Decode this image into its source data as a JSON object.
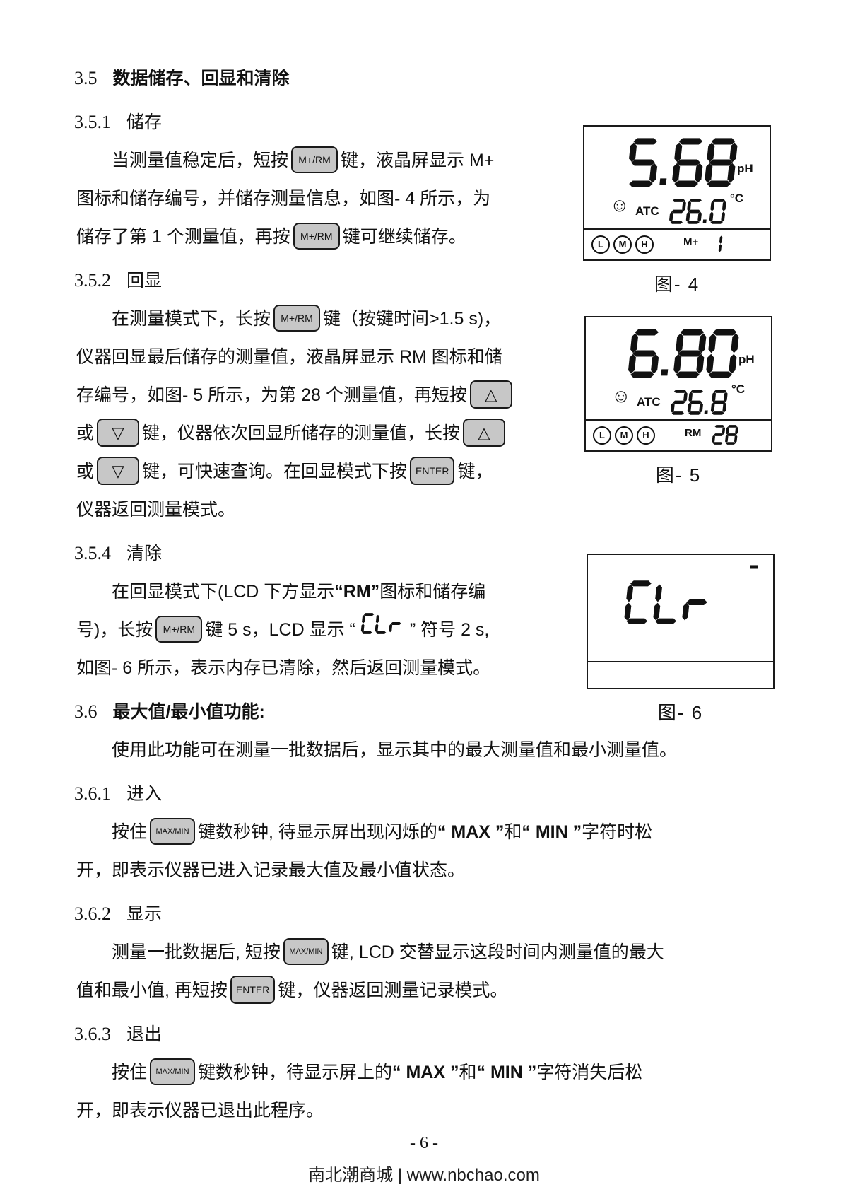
{
  "document": {
    "footer_page": "- 6 -",
    "footer_site": "南北潮商城 | www.nbchao.com"
  },
  "keys": {
    "mrm": "M+/RM",
    "up": "△",
    "down": "▽",
    "enter": "ENTER",
    "maxmin": "MAX/MIN"
  },
  "content": [
    {
      "type": "heading",
      "num": "3.5",
      "title": "数据储存、回显和清除",
      "bold": true
    },
    {
      "type": "heading",
      "num": "3.5.1",
      "title": "储存"
    },
    {
      "type": "para",
      "lines": [
        [
          {
            "t": "当测量值稳定后，短按",
            "indent": true
          },
          {
            "key": "mrm"
          },
          {
            "t": "键，液晶屏显示 M+"
          }
        ],
        [
          {
            "t": "图标和储存编号，并储存测量信息，如图- 4 所示，为"
          }
        ],
        [
          {
            "t": "储存了第 1 个测量值，再按"
          },
          {
            "key": "mrm"
          },
          {
            "t": "键可继续储存。"
          }
        ]
      ]
    },
    {
      "type": "heading",
      "num": "3.5.2",
      "title": "回显"
    },
    {
      "type": "para",
      "lines": [
        [
          {
            "t": "在测量模式下，长按",
            "indent": true
          },
          {
            "key": "mrm"
          },
          {
            "t": "键（按键时间>1.5 s)，"
          }
        ],
        [
          {
            "t": "仪器回显最后储存的测量值，液晶屏显示 RM 图标和储"
          }
        ],
        [
          {
            "t": "存编号，如图- 5 所示，为第 28 个测量值，再短按"
          },
          {
            "key": "up"
          }
        ],
        [
          {
            "t": "或"
          },
          {
            "key": "down"
          },
          {
            "t": "键，仪器依次回显所储存的测量值，长按"
          },
          {
            "key": "up"
          }
        ],
        [
          {
            "t": "或"
          },
          {
            "key": "down"
          },
          {
            "t": "键，可快速查询。在回显模式下按"
          },
          {
            "key": "enter"
          },
          {
            "t": "键，"
          }
        ],
        [
          {
            "t": "仪器返回测量模式。"
          }
        ]
      ]
    },
    {
      "type": "heading",
      "num": "3.5.4",
      "title": "清除"
    },
    {
      "type": "para",
      "lines": [
        [
          {
            "t": "在回显模式下(LCD 下方显示",
            "indent": true
          },
          {
            "b": "“RM”"
          },
          {
            "t": "图标和储存编"
          }
        ],
        [
          {
            "t": "号)，长按"
          },
          {
            "key": "mrm"
          },
          {
            "t": "键 5 s，LCD 显示 “"
          },
          {
            "lcd": "CLr"
          },
          {
            "t": "” 符号 2 s,"
          }
        ],
        [
          {
            "t": "如图- 6 所示，表示内存已清除，然后返回测量模式。"
          }
        ]
      ]
    },
    {
      "type": "heading",
      "num": "3.6",
      "title": "最大值/最小值功能:",
      "bold": true
    },
    {
      "type": "para",
      "lines": [
        [
          {
            "t": "使用此功能可在测量一批数据后，显示其中的最大测量值和最小测量值。",
            "indent": true
          }
        ]
      ]
    },
    {
      "type": "heading",
      "num": "3.6.1",
      "title": "进入"
    },
    {
      "type": "para",
      "lines": [
        [
          {
            "t": "按住",
            "indent": true
          },
          {
            "key": "maxmin"
          },
          {
            "t": "键数秒钟, 待显示屏出现闪烁的"
          },
          {
            "b": "“ MAX ”"
          },
          {
            "t": "和"
          },
          {
            "b": "“ MIN ”"
          },
          {
            "t": "字符时松"
          }
        ],
        [
          {
            "t": "开，即表示仪器已进入记录最大值及最小值状态。"
          }
        ]
      ]
    },
    {
      "type": "heading",
      "num": "3.6.2",
      "title": "显示"
    },
    {
      "type": "para",
      "lines": [
        [
          {
            "t": "测量一批数据后, 短按",
            "indent": true
          },
          {
            "key": "maxmin"
          },
          {
            "t": "键, LCD 交替显示这段时间内测量值的最大"
          }
        ],
        [
          {
            "t": "值和最小值, 再短按"
          },
          {
            "key": "enter"
          },
          {
            "t": "键，仪器返回测量记录模式。"
          }
        ]
      ]
    },
    {
      "type": "heading",
      "num": "3.6.3",
      "title": "退出"
    },
    {
      "type": "para",
      "lines": [
        [
          {
            "t": "按住",
            "indent": true
          },
          {
            "key": "maxmin"
          },
          {
            "t": "键数秒钟，待显示屏上的"
          },
          {
            "b": "“ MAX ”"
          },
          {
            "t": "和"
          },
          {
            "b": "“ MIN ”"
          },
          {
            "t": "字符消失后松"
          }
        ],
        [
          {
            "t": "开，即表示仪器已退出此程序。"
          }
        ]
      ]
    }
  ],
  "figures": [
    {
      "caption": "图- 4",
      "main": "5.68",
      "main_unit": "pH",
      "smiley": "☺",
      "atc": "ATC",
      "temp": "26.0",
      "temp_unit": "°C",
      "lmh": [
        "L",
        "M",
        "H"
      ],
      "mem_label": "M+",
      "mem_value": "1"
    },
    {
      "caption": "图- 5",
      "main": "6.80",
      "main_unit": "pH",
      "smiley": "☺",
      "atc": "ATC",
      "temp": "26.8",
      "temp_unit": "°C",
      "lmh": [
        "L",
        "M",
        "H"
      ],
      "mem_label": "RM",
      "mem_value": "28"
    },
    {
      "caption": "图- 6",
      "main": "CLr",
      "minus": "-"
    }
  ],
  "colors": {
    "ink": "#111111",
    "lcd_border": "#1a1a1a",
    "keycap_fill": "#c7c7c7",
    "paper": "#ffffff"
  }
}
